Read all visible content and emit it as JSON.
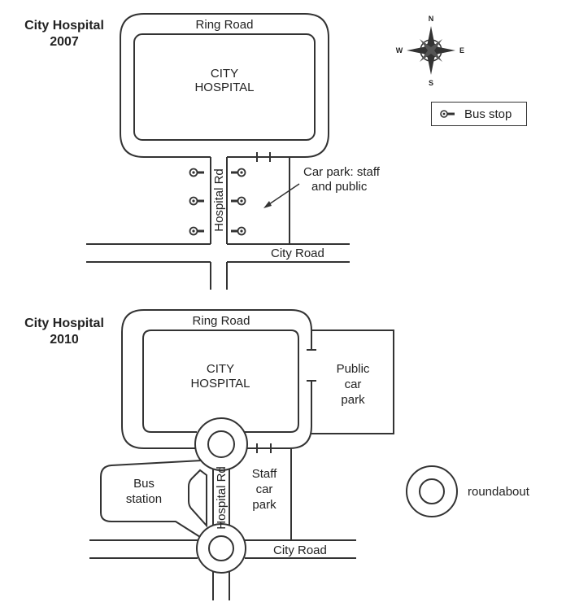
{
  "map_2007": {
    "title_line1": "City Hospital",
    "title_line2": "2007",
    "ring_road": "Ring Road",
    "hospital_line1": "CITY",
    "hospital_line2": "HOSPITAL",
    "hospital_rd": "Hospital Rd",
    "car_park_line1": "Car park: staff",
    "car_park_line2": "and public",
    "city_road": "City Road"
  },
  "map_2010": {
    "title_line1": "City Hospital",
    "title_line2": "2010",
    "ring_road": "Ring Road",
    "hospital_line1": "CITY",
    "hospital_line2": "HOSPITAL",
    "public_car_park_line1": "Public",
    "public_car_park_line2": "car",
    "public_car_park_line3": "park",
    "staff_car_park_line1": "Staff",
    "staff_car_park_line2": "car",
    "staff_car_park_line3": "park",
    "bus_station_line1": "Bus",
    "bus_station_line2": "station",
    "hospital_rd": "Hospital Rd",
    "city_road": "City Road"
  },
  "compass": {
    "n": "N",
    "s": "S",
    "e": "E",
    "w": "W"
  },
  "legend": {
    "bus_stop_label": "Bus stop",
    "bus_stop_icon": "bus-stop-icon",
    "roundabout_label": "roundabout",
    "roundabout_icon": "roundabout-icon"
  },
  "colors": {
    "ink": "#333333",
    "background": "#ffffff"
  }
}
